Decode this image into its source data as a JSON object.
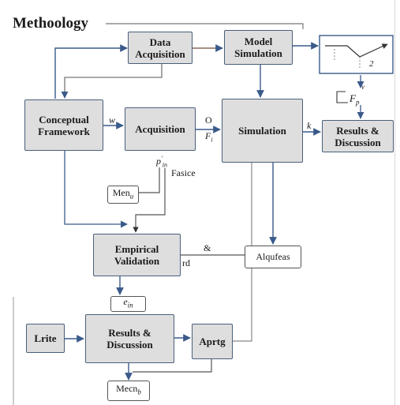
{
  "title": "Methoology",
  "boxes": {
    "data_acquisition": [
      "Data",
      "Acquisition"
    ],
    "model_simulation": [
      "Model",
      "Simulation"
    ],
    "conceptual_framework": [
      "Conceptual",
      "Framework"
    ],
    "acquisition": "Acquisition",
    "simulation": "Simulation",
    "results_discussion_right": [
      "Results &",
      "Discussion"
    ],
    "empirical_validation": [
      "Empirical",
      "Validation"
    ],
    "results_discussion_bottom": [
      "Results &",
      "Discussion"
    ],
    "lrite": "Lrite",
    "aprtg": "Aprtg",
    "alqufeas": "Alqufeas"
  },
  "small_boxes": {
    "men": {
      "base": "Men",
      "sub": "u"
    },
    "e": {
      "base": "e",
      "sub": "in"
    },
    "mecn": {
      "base": "Mecn",
      "sub": "b"
    }
  },
  "labels": {
    "w": "w",
    "o": "O",
    "f": "F",
    "f_sub": "i",
    "k": "k",
    "pin": "p",
    "pin_sup": "'",
    "pin_sub": "in",
    "fasice": "Fasice",
    "amp": "&",
    "rd": "rd",
    "fp": "F",
    "fp_sub": "p",
    "fp_sup": "v",
    "two": "2"
  }
}
